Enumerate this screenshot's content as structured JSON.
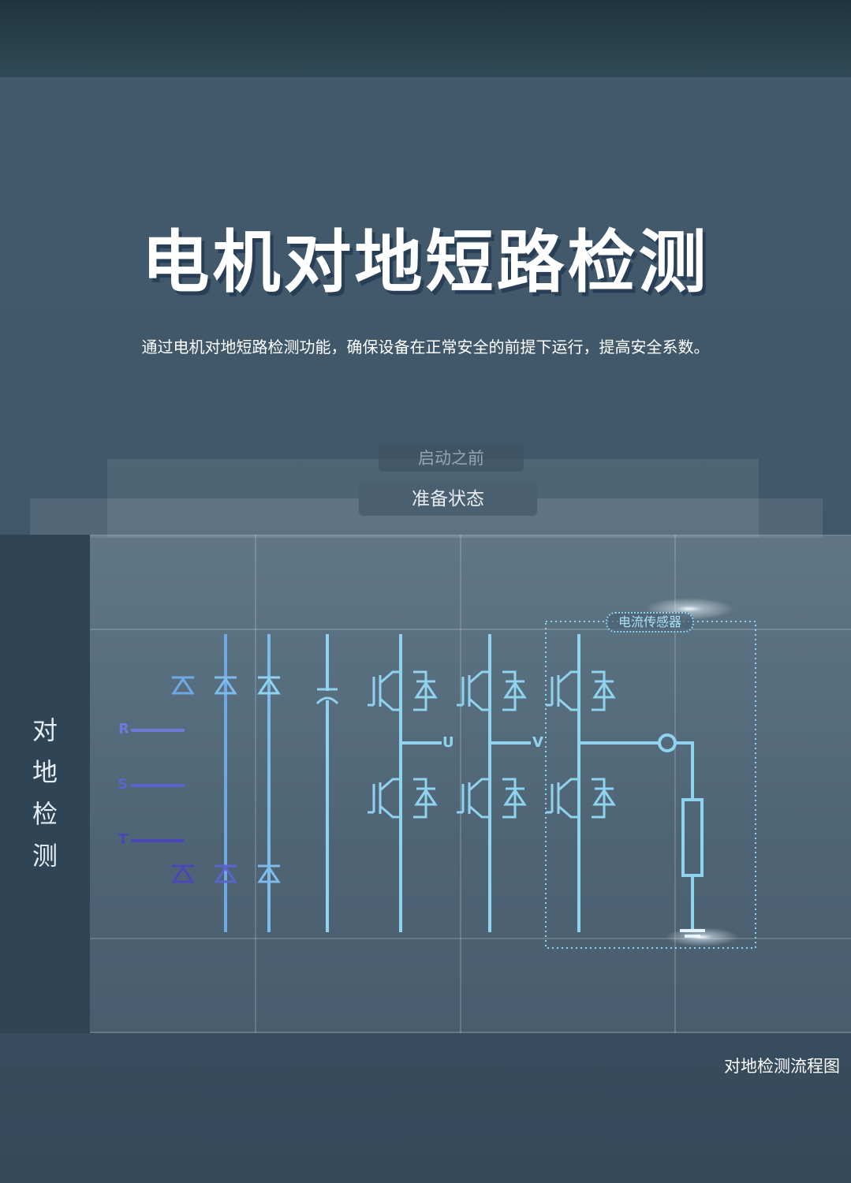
{
  "header": {
    "title": "电机对地短路检测",
    "subtitle": "通过电机对地短路检测功能，确保设备在正常安全的前提下运行，提高安全系数。"
  },
  "stack": {
    "back_label": "启动之前",
    "front_label": "准备状态"
  },
  "side": {
    "label_chars": [
      "对",
      "地",
      "检",
      "测"
    ]
  },
  "diagram": {
    "sensor_label": "电流传感器",
    "inputs": [
      "R",
      "S",
      "T"
    ],
    "outputs": [
      "U",
      "V"
    ],
    "colors": {
      "line_light": "#8fd3ef",
      "line_purple": "#4b46b8",
      "line_blue": "#6fa8e6"
    }
  },
  "caption": "对地检测流程图"
}
